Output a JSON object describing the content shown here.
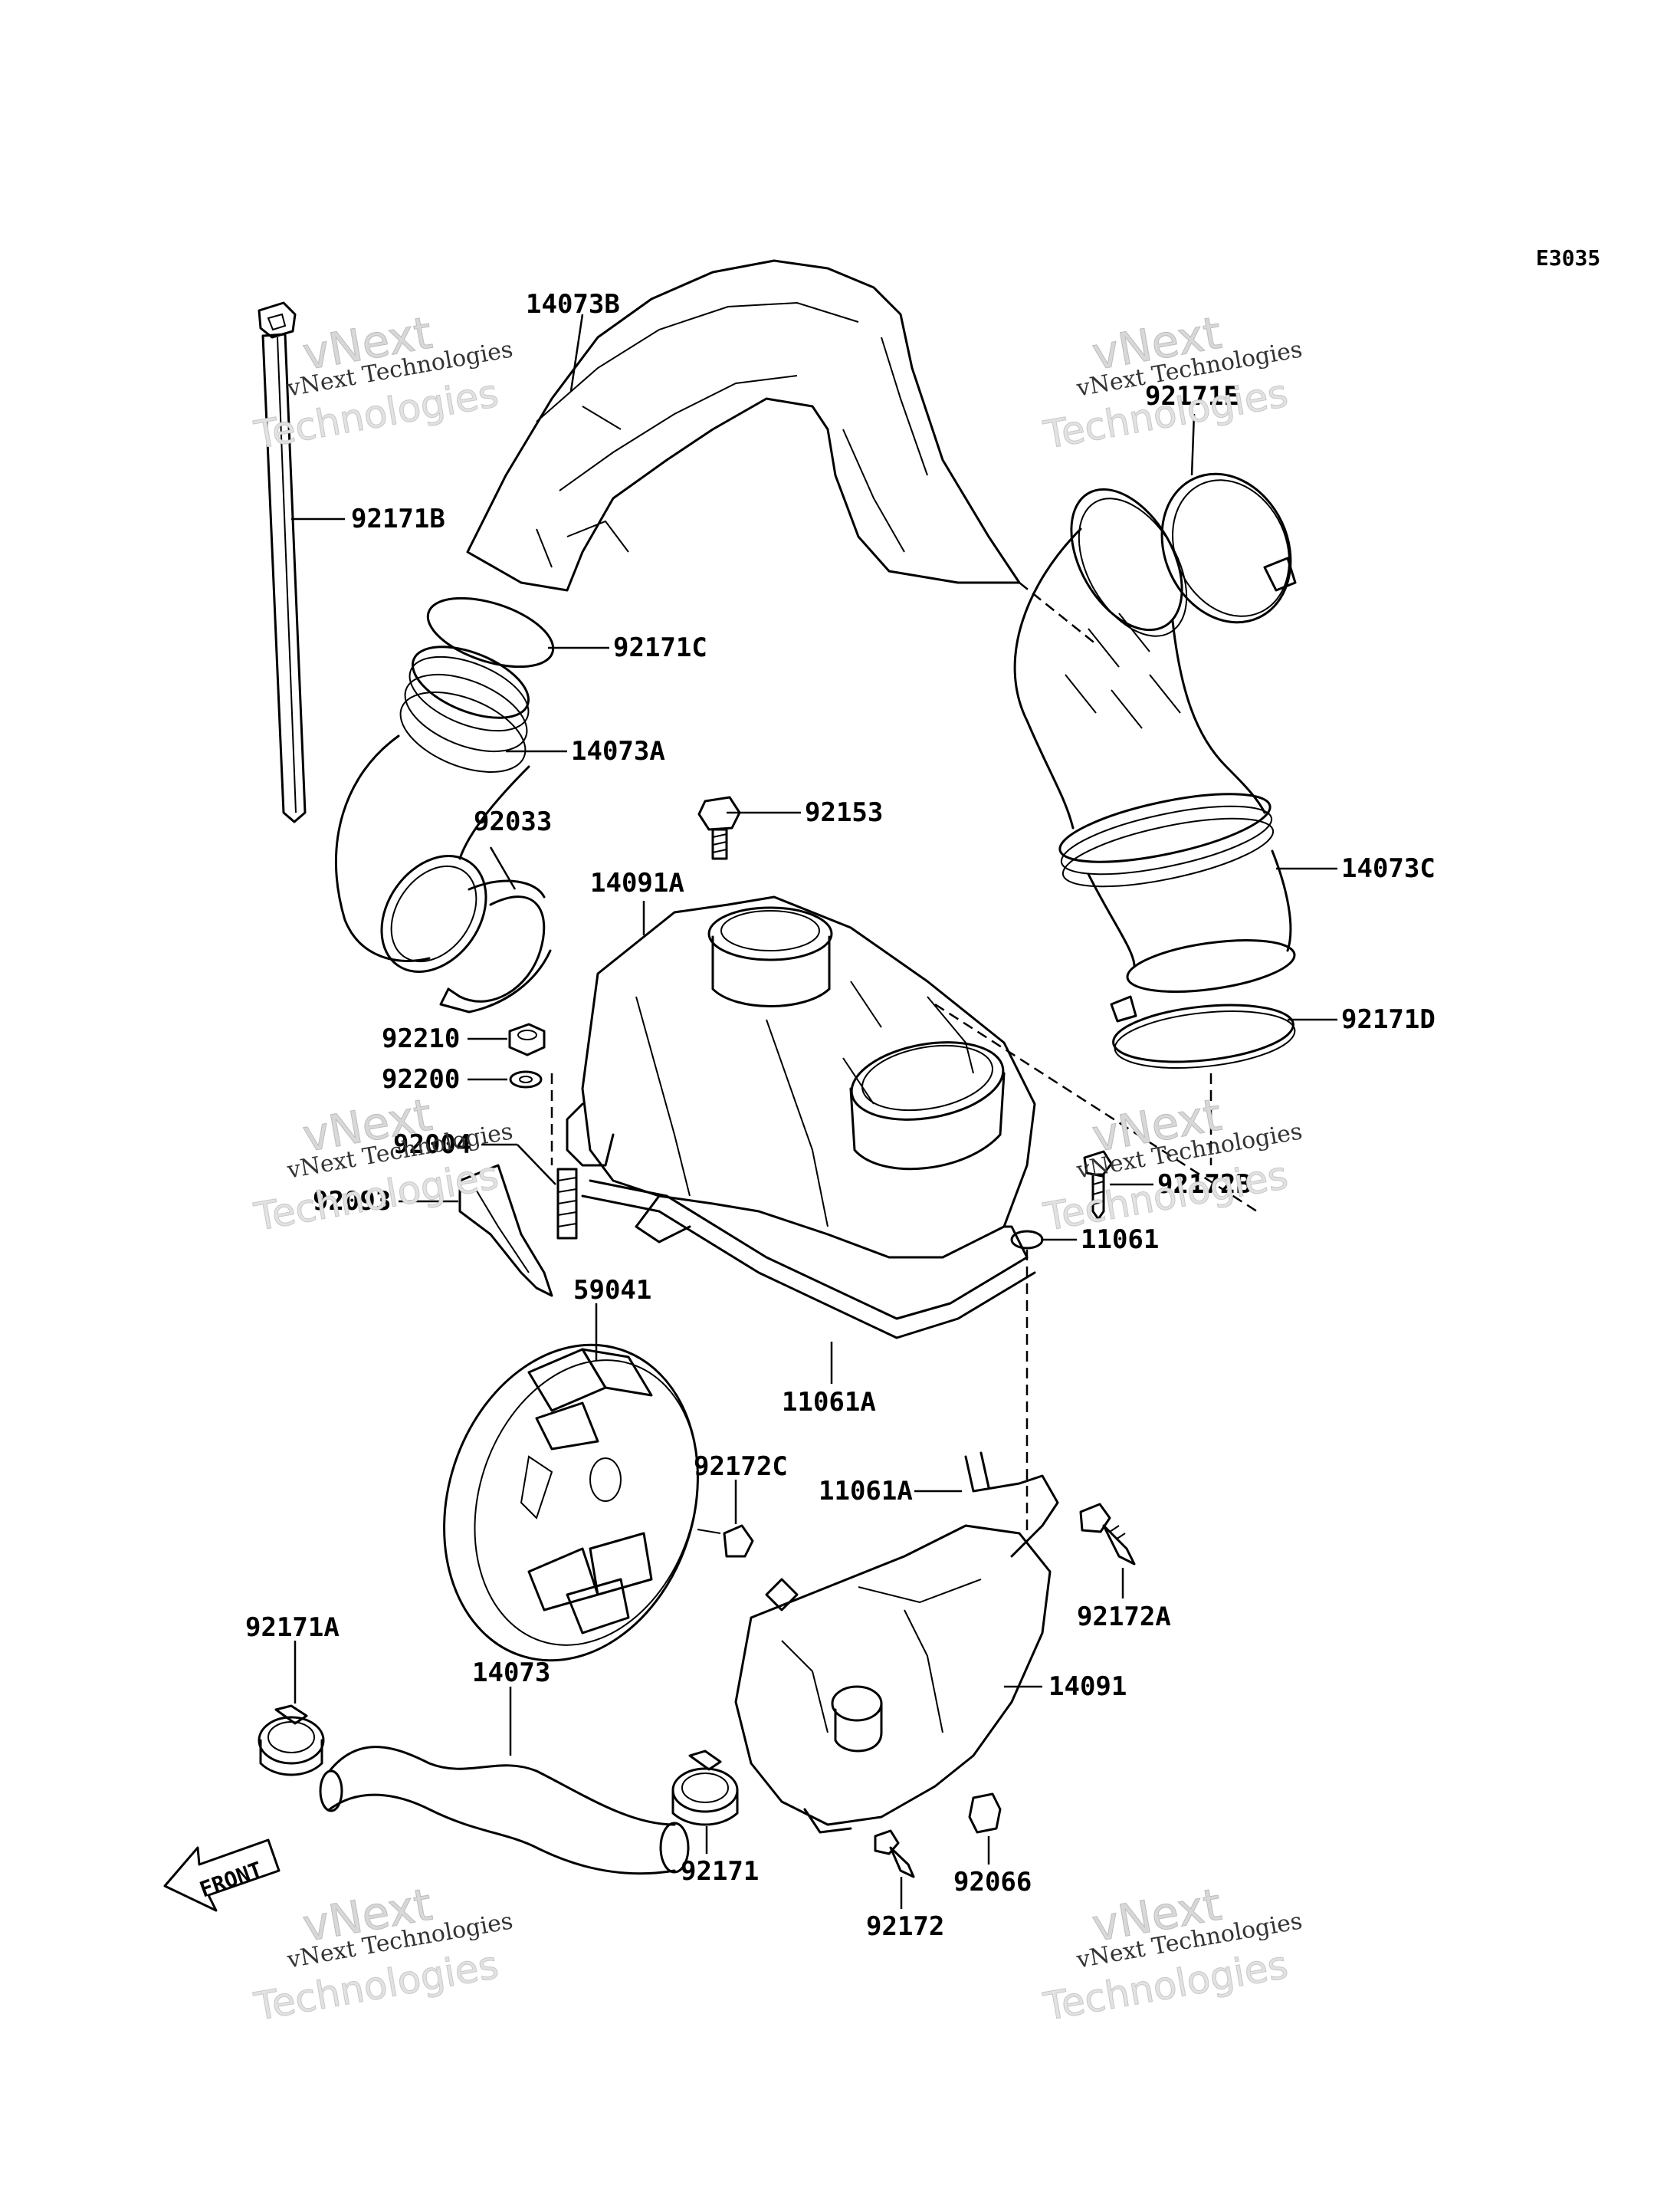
{
  "diagram_code": "E3035",
  "front_arrow_label": "FRONT",
  "watermark": {
    "small": "vNext Technologies",
    "big1": "vNext",
    "big2": "Technologies"
  },
  "labels": {
    "p14073B": "14073B",
    "p92171E": "92171E",
    "p92171B": "92171B",
    "p92171C": "92171C",
    "p14073A": "14073A",
    "p92033": "92033",
    "p92153": "92153",
    "p14091A": "14091A",
    "p14073C": "14073C",
    "p92171D": "92171D",
    "p92210": "92210",
    "p92200": "92200",
    "p92004": "92004",
    "p92093": "92093",
    "p92172B": "92172B",
    "p11061": "11061",
    "p59041": "59041",
    "p11061A_1": "11061A",
    "p92172C": "92172C",
    "p11061A_2": "11061A",
    "p92172A": "92172A",
    "p92171A": "92171A",
    "p14073": "14073",
    "p14091": "14091",
    "p92171": "92171",
    "p92066": "92066",
    "p92172": "92172"
  }
}
